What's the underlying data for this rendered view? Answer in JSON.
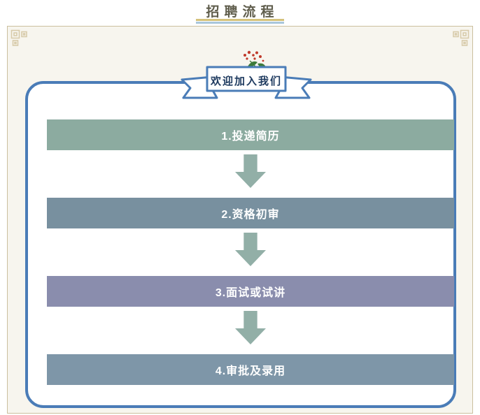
{
  "page": {
    "title": "招聘流程"
  },
  "banner": {
    "label": "欢迎加入我们",
    "decoration": "berry-flower-icon"
  },
  "flow": {
    "steps": [
      {
        "label": "1.投递简历",
        "color": "#8caba0"
      },
      {
        "label": "2.资格初审",
        "color": "#78909f"
      },
      {
        "label": "3.面试或试讲",
        "color": "#8a8dad"
      },
      {
        "label": "4.审批及录用",
        "color": "#7e96a8"
      }
    ],
    "arrow_color": "#92afa7"
  },
  "theme": {
    "accent-blue": "#4a7cb7",
    "frame-tan": "#cbbf9e",
    "ornament-tan": "#d8cbaa",
    "cream-bg": "#f7f5ee",
    "title-color": "#5f5d4c",
    "underline-gold": "#d4c27c",
    "underline-blue": "#a9c6dc",
    "ribbon-text": "#1e3a5f",
    "step-text": "#ffffff",
    "berry-red": "#c0392b",
    "leaf-green": "#3d7a3a"
  }
}
